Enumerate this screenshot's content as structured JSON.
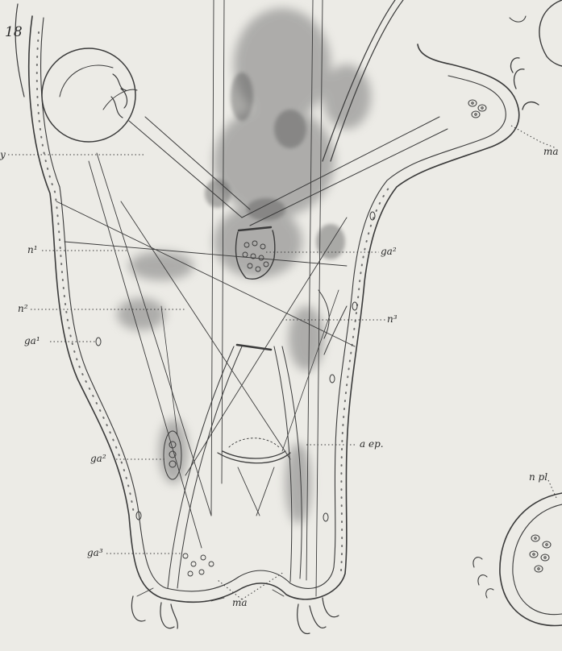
{
  "figure": {
    "number": "18"
  },
  "labels": {
    "y": "y",
    "n1": "n¹",
    "n2": "n²",
    "ga1": "ga¹",
    "ga2_left": "ga²",
    "ga2_right": "ga²",
    "ga3": "ga³",
    "n3": "n³",
    "a_ep": "a ep.",
    "ma_bottom": "ma",
    "ma_top": "ma",
    "n_pl": "n pl"
  },
  "colors": {
    "paper": "#ecebe6",
    "ink": "#3a3a3a",
    "smudge": "#6b6b6b"
  }
}
